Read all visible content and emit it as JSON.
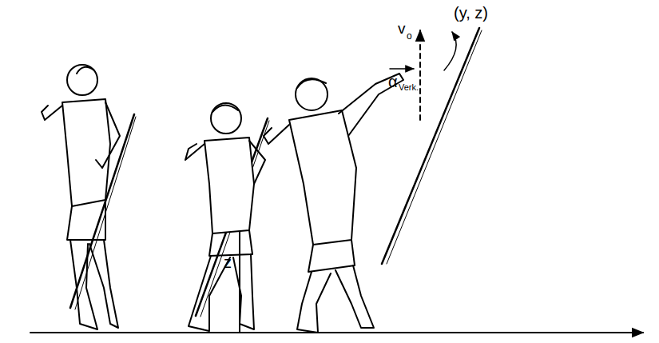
{
  "diagram": {
    "labels": [
      "(y, z)",
      "v",
      "o",
      "α",
      "Verk.",
      "z"
    ]
  }
}
